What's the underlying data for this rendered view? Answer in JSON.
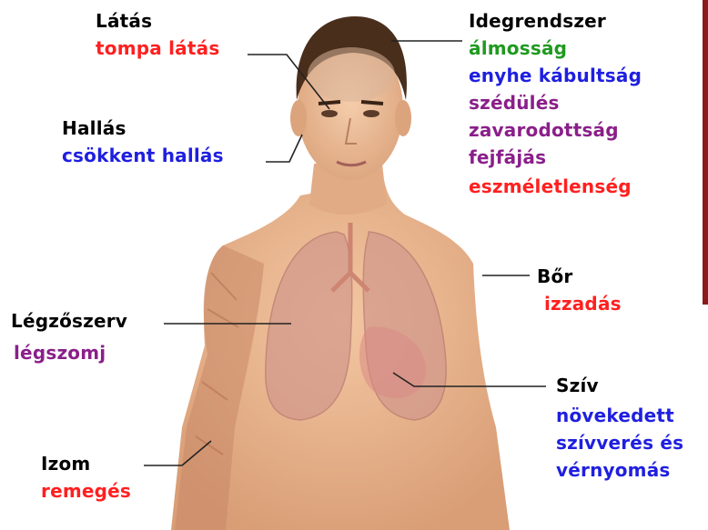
{
  "colors": {
    "title": "#000000",
    "red": "#ff2020",
    "blue": "#1f1fe0",
    "green": "#1f9a1f",
    "purple": "#8a1f8a",
    "skin": "#e8b48e",
    "hair": "#4a2e1c",
    "edge_bar": "#8b1a1a"
  },
  "labels": {
    "vision": {
      "title": "Látás",
      "symptom": "tompa látás",
      "symptom_color": "red"
    },
    "hearing": {
      "title": "Hallás",
      "symptom": "csökkent hallás",
      "symptom_color": "blue"
    },
    "nervous": {
      "title": "Idegrendszer",
      "symptoms": [
        {
          "text": "álmosság",
          "color": "green"
        },
        {
          "text": "enyhe kábultság",
          "color": "blue"
        },
        {
          "text": "szédülés",
          "color": "purple"
        },
        {
          "text": "zavarodottság",
          "color": "purple"
        },
        {
          "text": "fejfájás",
          "color": "purple"
        },
        {
          "text": "eszméletlenség",
          "color": "red"
        }
      ]
    },
    "skin": {
      "title": "Bőr",
      "symptom": "izzadás",
      "symptom_color": "red"
    },
    "respiratory": {
      "title": "Légzőszerv",
      "symptom": "légszomj",
      "symptom_color": "purple"
    },
    "heart": {
      "title": "Szív",
      "symptoms": [
        {
          "text": "növekedett",
          "color": "blue"
        },
        {
          "text": "szívverés és",
          "color": "blue"
        },
        {
          "text": "vérnyomás",
          "color": "blue"
        }
      ]
    },
    "muscle": {
      "title": "Izom",
      "symptom": "remegés",
      "symptom_color": "red"
    }
  }
}
